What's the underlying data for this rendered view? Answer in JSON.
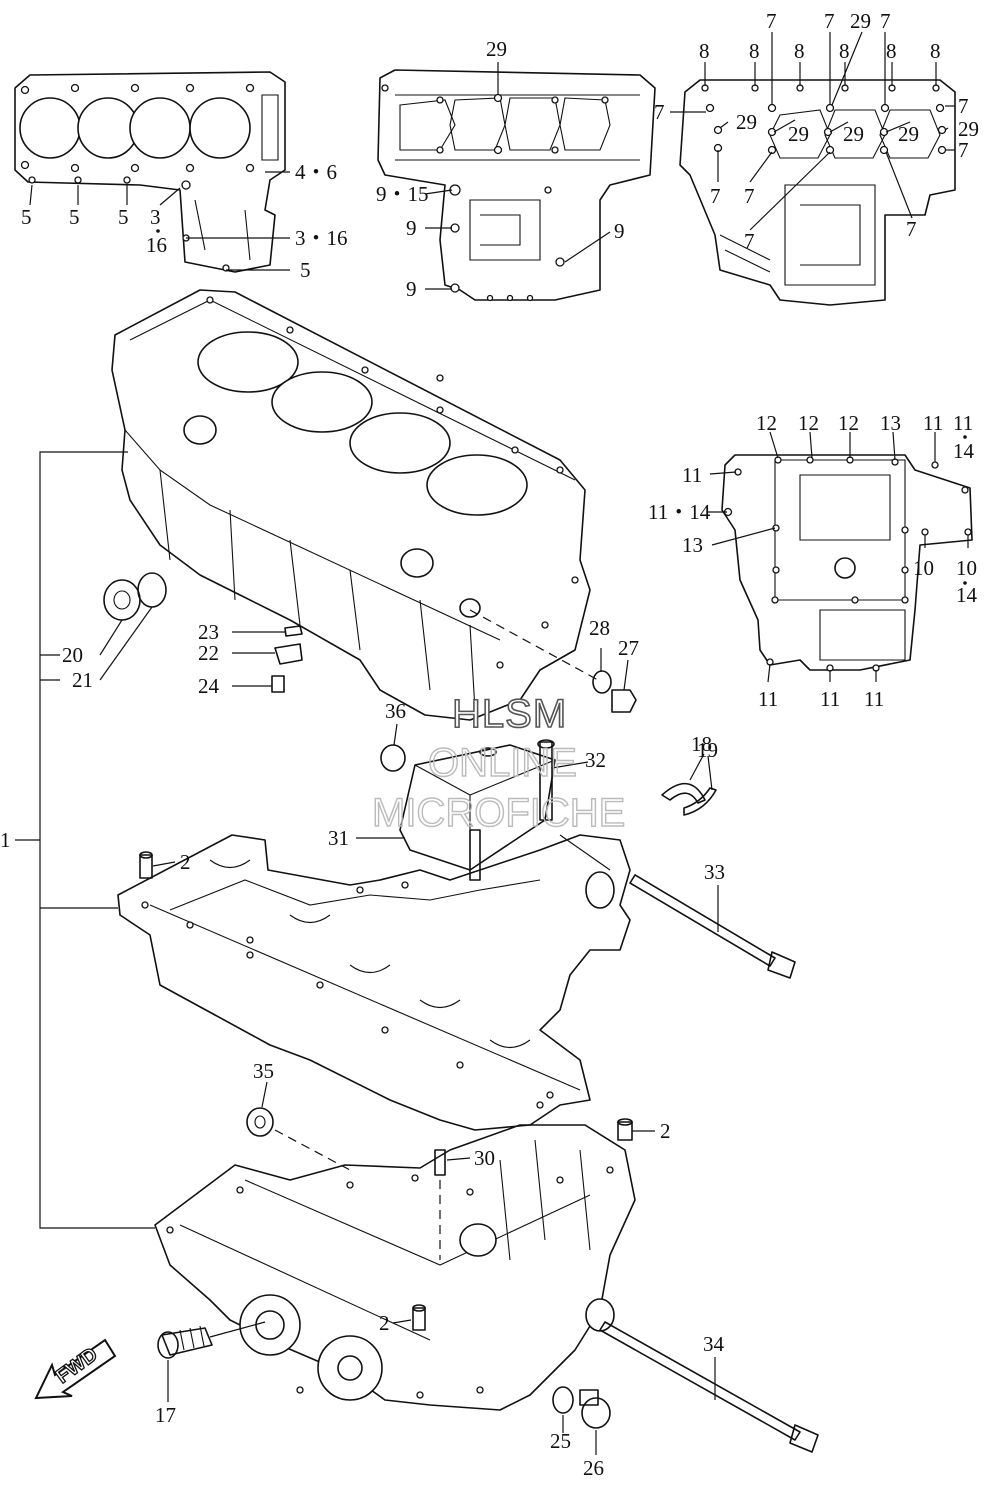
{
  "watermark": {
    "line1": "HLSM",
    "line2": "ONLINE",
    "line3": "MICROFICHE"
  },
  "fwd_arrow": {
    "label": "FWD"
  },
  "callouts": {
    "c1": "1",
    "c2a": "2",
    "c2b": "2",
    "c2c": "2",
    "c3": "3",
    "c16": "16",
    "c3_16": "3・16",
    "c4_6": "4・6",
    "c5a": "5",
    "c5b": "5",
    "c5c": "5",
    "c5d": "5",
    "c7a": "7",
    "c7b": "7",
    "c7c": "7",
    "c7d": "7",
    "c7e": "7",
    "c7f": "7",
    "c7g": "7",
    "c7h": "7",
    "c7i": "7",
    "c7j": "7",
    "c8a": "8",
    "c8b": "8",
    "c8c": "8",
    "c8d": "8",
    "c8e": "8",
    "c8f": "8",
    "c9_15": "9・15",
    "c9a": "9",
    "c9b": "9",
    "c9c": "9",
    "c10a": "10",
    "c10b": "10",
    "c14b": "14",
    "c11a": "11",
    "c11b": "11",
    "c11c": "11",
    "c11d": "11",
    "c11e": "11",
    "c11f": "11",
    "c11_14": "11・14",
    "c14a": "14",
    "c12a": "12",
    "c12b": "12",
    "c12c": "12",
    "c13a": "13",
    "c13b": "13",
    "c17": "17",
    "c18": "18",
    "c19": "19",
    "c20": "20",
    "c21": "21",
    "c22": "22",
    "c23": "23",
    "c24": "24",
    "c25": "25",
    "c26": "26",
    "c27": "27",
    "c28": "28",
    "c29a": "29",
    "c29b": "29",
    "c29c": "29",
    "c29d": "29",
    "c29e": "29",
    "c29f": "29",
    "c30": "30",
    "c31": "31",
    "c32": "32",
    "c33": "33",
    "c34": "34",
    "c35": "35",
    "c36": "36"
  }
}
